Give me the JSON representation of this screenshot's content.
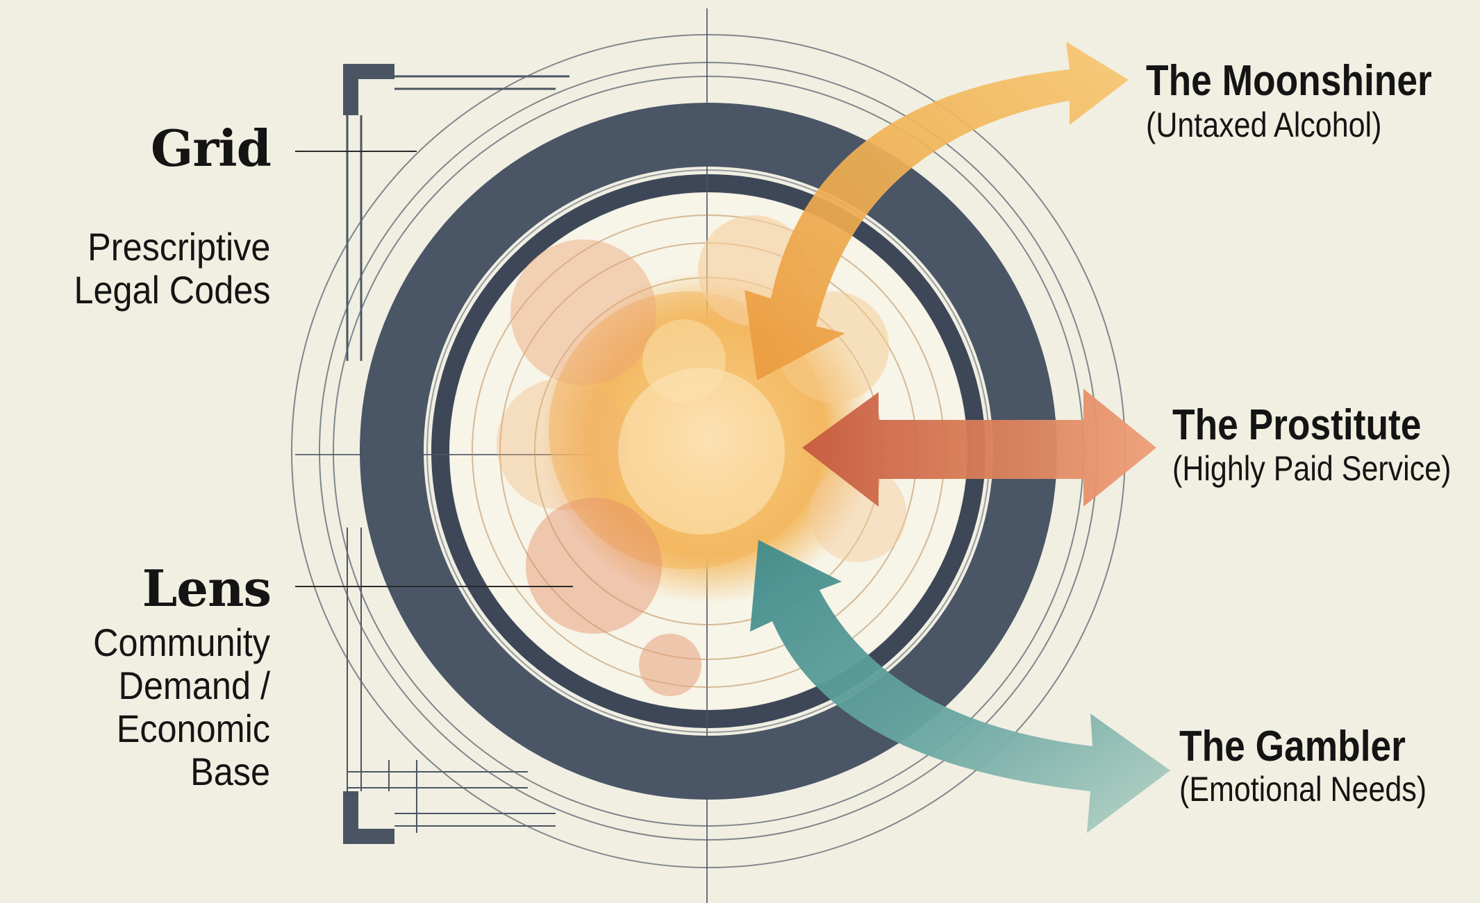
{
  "left_labels": {
    "grid": {
      "title": "Grid",
      "subtitle": "Prescriptive\nLegal Codes"
    },
    "lens": {
      "title": "Lens",
      "subtitle": "Community\nDemand /\nEconomic Base"
    }
  },
  "roles": [
    {
      "title": "The Moonshiner",
      "subtitle": "(Untaxed Alcohol)",
      "color": "#eea94a"
    },
    {
      "title": "The Prostitute",
      "subtitle": "(Highly Paid Service)",
      "color": "#d4744d"
    },
    {
      "title": "The Gambler",
      "subtitle": "(Emotional Needs)",
      "color": "#4f9593"
    }
  ],
  "colors": {
    "background": "#f1efe2",
    "ring": "#4a5566",
    "core": "#f2b860",
    "blob": "#e9a377"
  }
}
